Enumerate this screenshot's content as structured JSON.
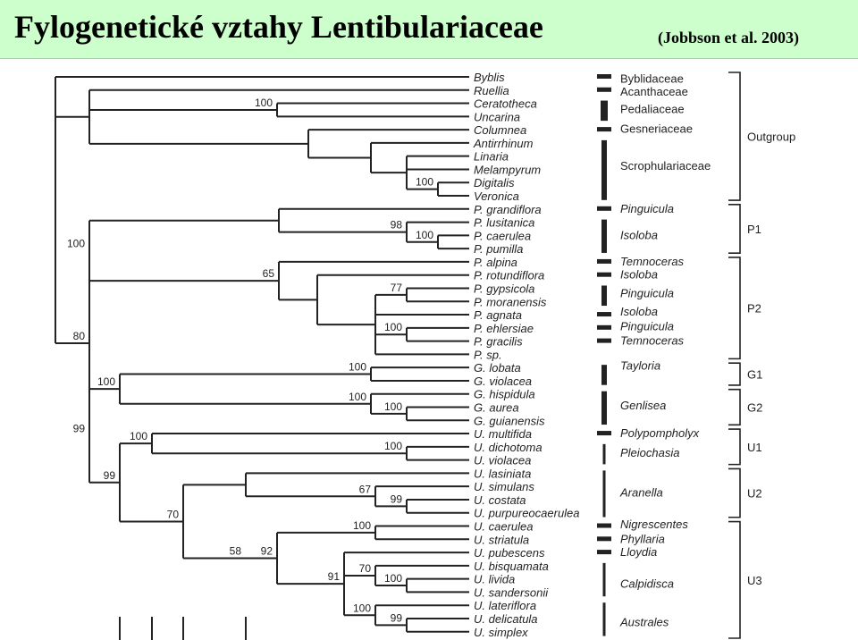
{
  "header": {
    "title": "Fylogenetické vztahy Lentibulariaceae",
    "citation": "(Jobbson et al. 2003)"
  },
  "taxa": [
    "Byblis",
    "Ruellia",
    "Ceratotheca",
    "Uncarina",
    "Columnea",
    "Antirrhinum",
    "Linaria",
    "Melampyrum",
    "Digitalis",
    "Veronica",
    "P. grandiflora",
    "P. lusitanica",
    "P. caerulea",
    "P. pumilla",
    "P. alpina",
    "P. rotundiflora",
    "P. gypsicola",
    "P. moranensis",
    "P. agnata",
    "P. ehlersiae",
    "P. gracilis",
    "P. sp.",
    "G. lobata",
    "G. violacea",
    "G. hispidula",
    "G. aurea",
    "G. guianensis",
    "U. multifida",
    "U. dichotoma",
    "U. violacea",
    "U. lasiniata",
    "U. simulans",
    "U. costata",
    "U. purpureocaerulea",
    "U. caerulea",
    "U. striatula",
    "U. pubescens",
    "U. bisquamata",
    "U. livida",
    "U. sandersonii",
    "U. lateriflora",
    "U. delicatula",
    "U. simplex"
  ],
  "bootstraps": [
    "100",
    "100",
    "100",
    "98",
    "100",
    "65",
    "77",
    "100",
    "80",
    "100",
    "100",
    "100",
    "100",
    "100",
    "99",
    "100",
    "67",
    "99",
    "100",
    "92",
    "70",
    "100",
    "91",
    "70",
    "100",
    "100",
    "99",
    "58",
    "99"
  ],
  "families": [
    "Byblidaceae",
    "Acanthaceae",
    "Pedaliaceae",
    "Gesneriaceae",
    "Scrophulariaceae"
  ],
  "subgroups": [
    "Pinguicula",
    "Isoloba",
    "Temnoceras",
    "Isoloba",
    "Pinguicula",
    "Isoloba",
    "Pinguicula",
    "Temnoceras",
    "Tayloria",
    "Genlisea",
    "Polypompholyx",
    "Pleiochasia",
    "Aranella",
    "Nigrescentes",
    "Phyllaria",
    "Lloydia",
    "Calpidisca",
    "Australes"
  ],
  "groups": [
    "Outgroup",
    "P1",
    "P2",
    "G1",
    "G2",
    "U1",
    "U2",
    "U3"
  ]
}
